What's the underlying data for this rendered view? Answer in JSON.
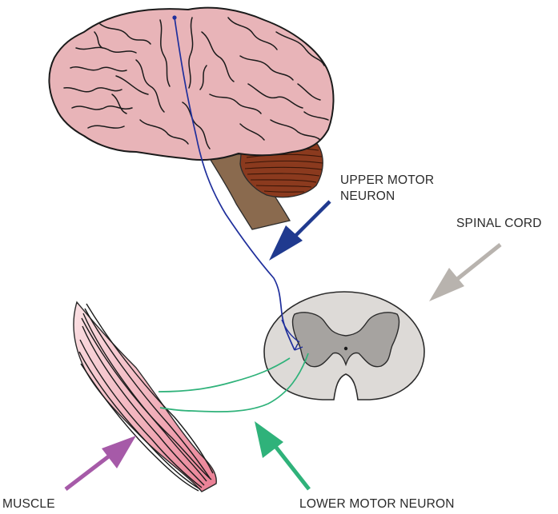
{
  "labels": {
    "upper_motor_neuron_line1": "UPPER MOTOR",
    "upper_motor_neuron_line2": "NEURON",
    "spinal_cord": "SPINAL CORD",
    "muscle": "MUSCLE",
    "lower_motor_neuron": "LOWER MOTOR NEURON"
  },
  "colors": {
    "brain_fill": "#e8b4b8",
    "cerebellum_fill": "#8b3a1e",
    "brainstem_fill": "#8a6a4e",
    "spinal_white_matter": "#dddad7",
    "spinal_grey_matter": "#a6a3a0",
    "upper_motor_neuron": "#1f2f9c",
    "lower_motor_neuron": "#2fb27a",
    "muscle_fill": "#f2b8c0",
    "muscle_tendon": "#ea7d93",
    "arrow_upper_motor_neuron": "#203a8f",
    "arrow_spinal_cord": "#b8b3ae",
    "arrow_muscle": "#a65aa8",
    "arrow_lower_motor_neuron": "#2fb27a"
  }
}
